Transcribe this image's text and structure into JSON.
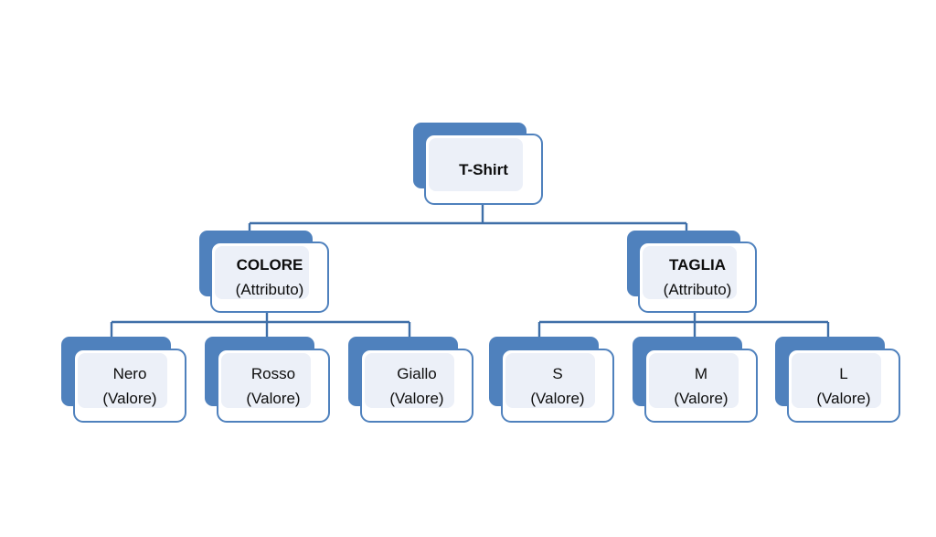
{
  "diagram": {
    "title_text": "",
    "type": "tree",
    "colors": {
      "plate_blue": "#4f81bd",
      "card_border_blue": "#4f81bd",
      "card_white": "#ffffff",
      "inner_fill": "#ecf0f8",
      "connector_line": "#3f6fa8",
      "text": "#0d0d0d",
      "background": "#ffffff"
    },
    "nodes": {
      "root": {
        "label": "T-Shirt",
        "sub": "",
        "level": "product"
      },
      "attributes": [
        {
          "label": "COLORE",
          "sub": "(Attributo)"
        },
        {
          "label": "TAGLIA",
          "sub": "(Attributo)"
        }
      ],
      "values": [
        {
          "label": "Nero",
          "sub": "(Valore)",
          "parent": "COLORE"
        },
        {
          "label": "Rosso",
          "sub": "(Valore)",
          "parent": "COLORE"
        },
        {
          "label": "Giallo",
          "sub": "(Valore)",
          "parent": "COLORE"
        },
        {
          "label": "S",
          "sub": "(Valore)",
          "parent": "TAGLIA"
        },
        {
          "label": "M",
          "sub": "(Valore)",
          "parent": "TAGLIA"
        },
        {
          "label": "L",
          "sub": "(Valore)",
          "parent": "TAGLIA"
        }
      ]
    }
  }
}
